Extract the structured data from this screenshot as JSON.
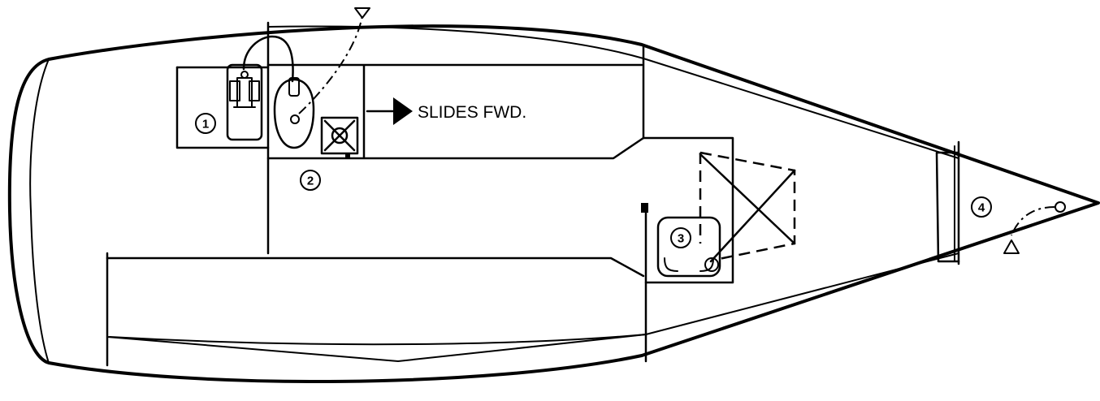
{
  "annotation": {
    "text": "SLIDES FWD."
  },
  "callouts": [
    {
      "id": "1",
      "text": "1"
    },
    {
      "id": "2",
      "text": "2"
    },
    {
      "id": "3",
      "text": "3"
    },
    {
      "id": "4",
      "text": "4"
    }
  ],
  "icons": [
    "head-toilet-icon",
    "holding-tank-icon",
    "seacock-valve-icon",
    "hatch-icon",
    "arrow-right-icon",
    "thru-hull-fitting-icon"
  ]
}
